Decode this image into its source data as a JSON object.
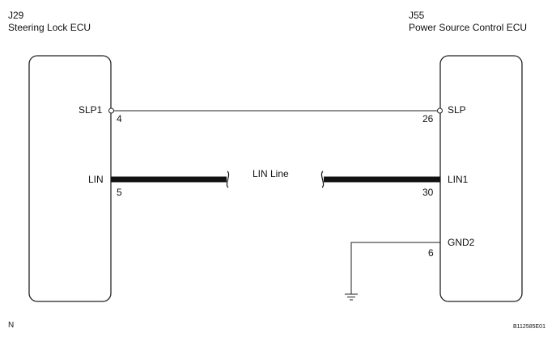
{
  "left_ecu": {
    "connector": "J29",
    "name": "Steering Lock ECU",
    "pins": {
      "slp1": {
        "label": "SLP1",
        "number": "4"
      },
      "lin": {
        "label": "LIN",
        "number": "5"
      }
    }
  },
  "right_ecu": {
    "connector": "J55",
    "name": "Power Source Control ECU",
    "pins": {
      "slp": {
        "label": "SLP",
        "number": "26"
      },
      "lin1": {
        "label": "LIN1",
        "number": "30"
      },
      "gnd2": {
        "label": "GND2",
        "number": "6"
      }
    }
  },
  "lin_line_label": "LIN Line",
  "corner_label": "N",
  "figure_code": "B112585E01"
}
